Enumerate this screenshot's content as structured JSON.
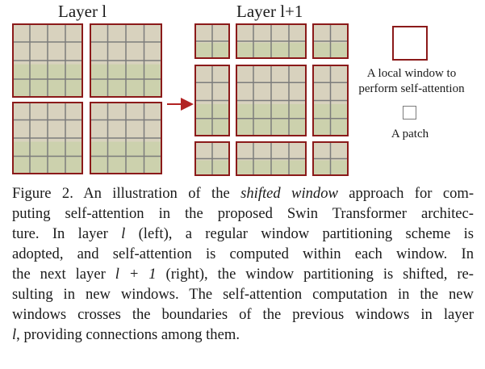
{
  "figure": {
    "left_title": "Layer l",
    "right_title": "Layer l+1",
    "legend": {
      "window_label_line1": "A local window to",
      "window_label_line2": "perform self-attention",
      "patch_label": "A patch"
    },
    "colors": {
      "window_border": "#8b1a1a",
      "patch_grid": "#7c7c7c",
      "arrow": "#b22222"
    }
  },
  "caption": {
    "figure_label": "Figure 2.",
    "lines": [
      [
        "An illustration of the ",
        "shifted window",
        " approach for com-"
      ],
      [
        "puting self-attention in the proposed Swin Transformer architec-"
      ],
      [
        "ture.  In layer ",
        "l",
        " (left), a regular window partitioning scheme is"
      ],
      [
        "adopted, and self-attention is computed within each window.  In"
      ],
      [
        "the next layer ",
        "l + 1",
        " (right), the window partitioning is shifted, re-"
      ],
      [
        "sulting in new windows. The self-attention computation in the new"
      ],
      [
        "windows crosses the boundaries of the previous windows in layer"
      ],
      [
        "l",
        ", providing connections among them."
      ]
    ]
  }
}
